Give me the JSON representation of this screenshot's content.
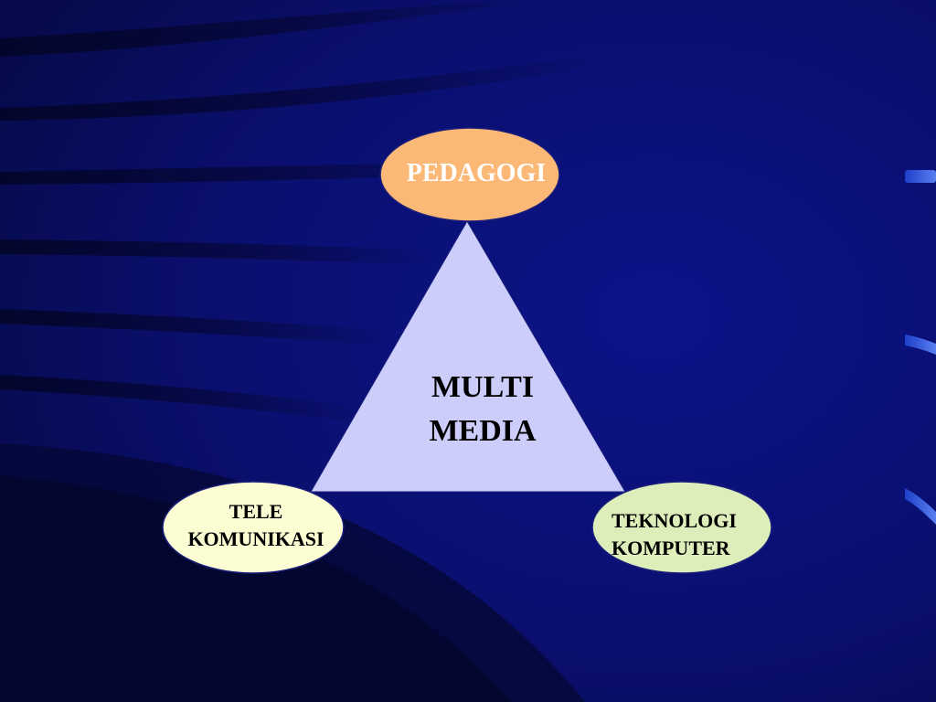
{
  "diagram": {
    "center": {
      "line1": "MULTI",
      "line2": "MEDIA"
    },
    "top_node": {
      "label": "PEDAGOGI"
    },
    "left_node": {
      "line1": "TELE",
      "line2": "KOMUNIKASI"
    },
    "right_node": {
      "line1": "TEKNOLOGI",
      "line2": "KOMPUTER"
    }
  },
  "colors": {
    "background": "#0a0f6e",
    "background_dark": "#040735",
    "triangle_fill": "#cccdfa",
    "top_node_fill": "#fcb877",
    "left_node_fill": "#fdfdd3",
    "right_node_fill": "#ddeebb",
    "accent_tabs": "#3c63e6",
    "top_node_text": "#ffffff",
    "dark_text": "#000000"
  }
}
